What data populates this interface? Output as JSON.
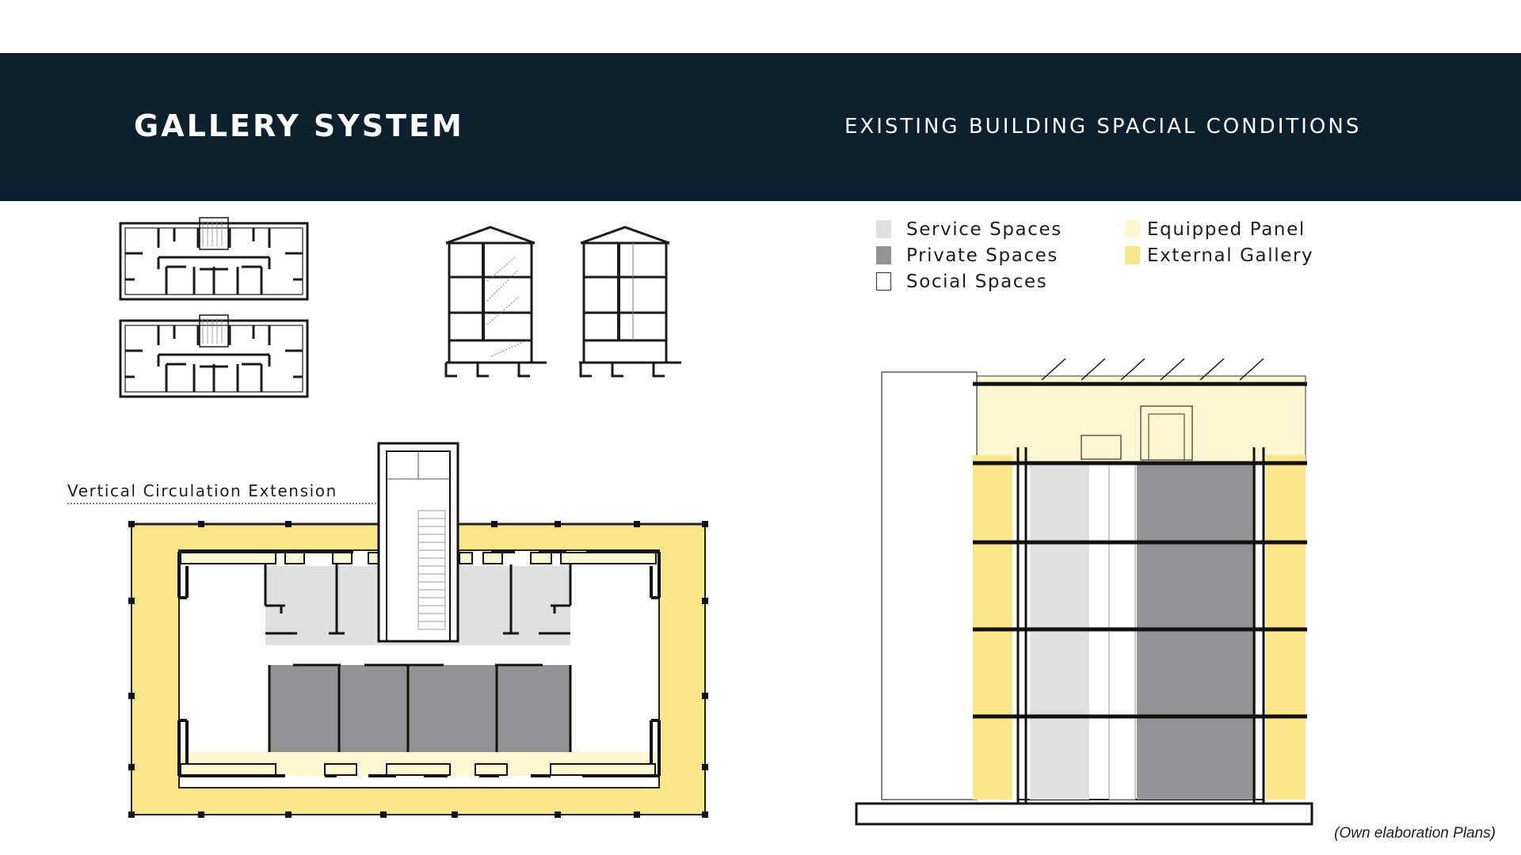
{
  "header": {
    "title": "GALLERY SYSTEM",
    "subtitle": "EXISTING BUILDING SPACIAL CONDITIONS"
  },
  "legend": {
    "items": [
      {
        "label": "Service Spaces",
        "color": "#e0e0e0"
      },
      {
        "label": "Private Spaces",
        "color": "#939395"
      },
      {
        "label": "Social Spaces",
        "color": "#ffffff"
      },
      {
        "label": "Equipped Panel",
        "color": "#fdf7d2"
      },
      {
        "label": "External Gallery",
        "color": "#fce68a"
      }
    ]
  },
  "annotation": "Vertical Circulation Extension",
  "caption": "(Own elaboration Plans)"
}
